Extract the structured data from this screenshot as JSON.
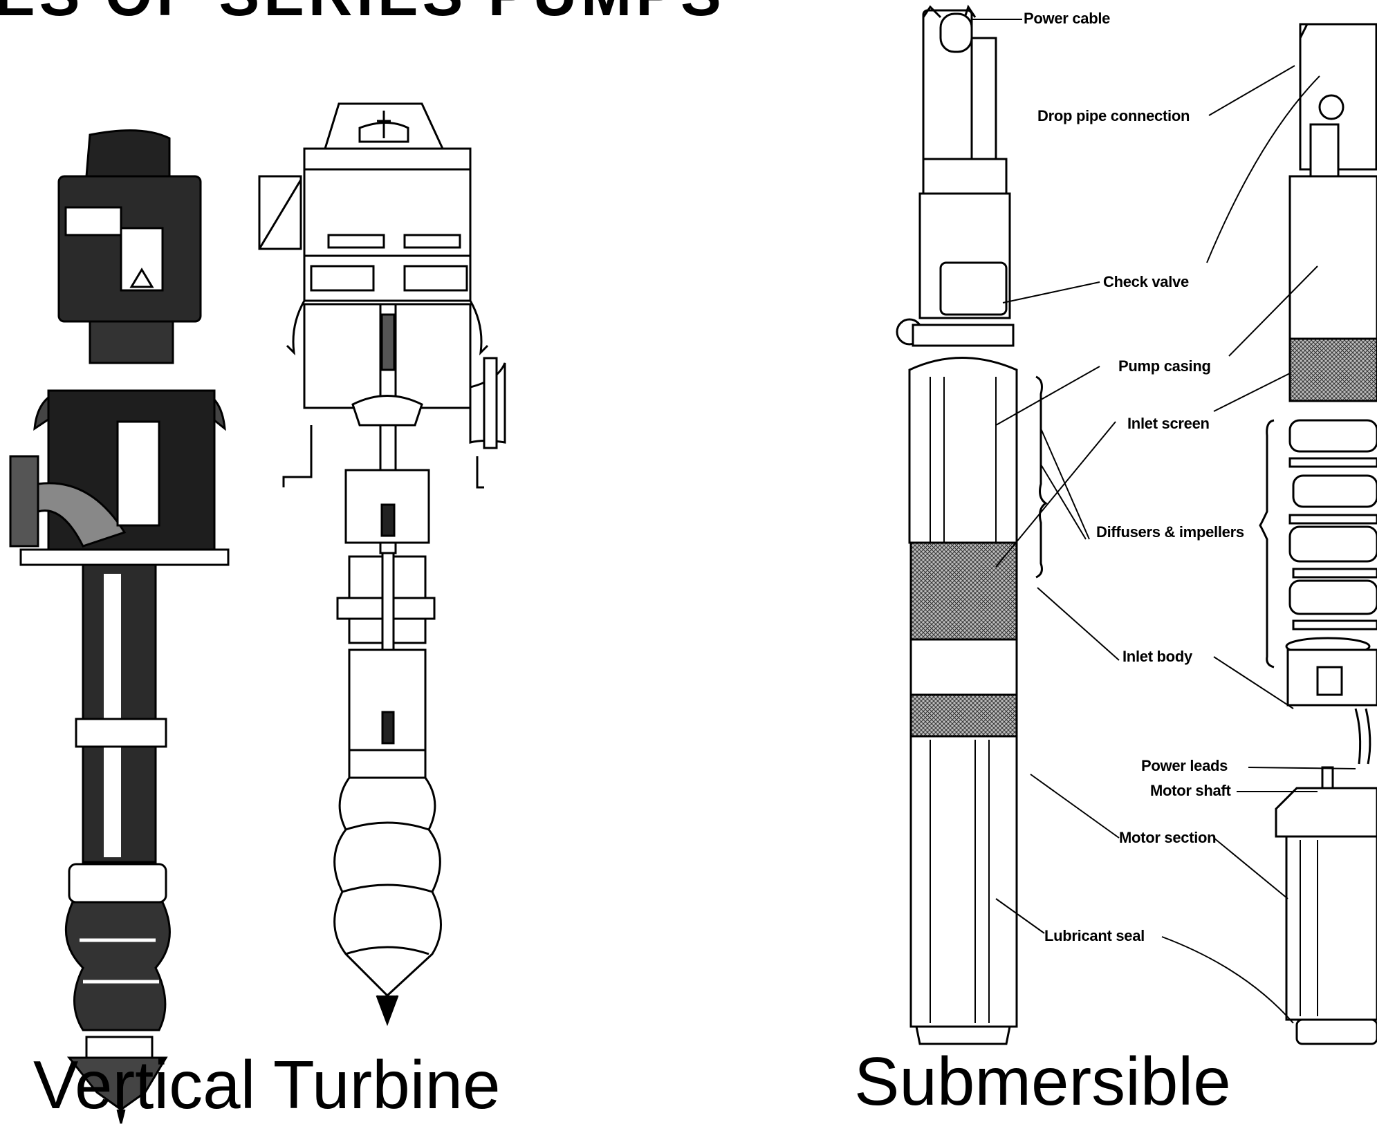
{
  "heading_fragment": "ES OF SERIES PUMPS",
  "captions": {
    "left": "Vertical Turbine",
    "right": "Submersible"
  },
  "callouts": [
    "Power cable",
    "Drop pipe connection",
    "Check valve",
    "Pump casing",
    "Inlet screen",
    "Diffusers & impellers",
    "Inlet body",
    "Power leads",
    "Motor shaft",
    "Motor section",
    "Lubricant seal"
  ],
  "colors": {
    "ink": "#000000",
    "paper": "#ffffff",
    "screen": "#9a9a9a"
  }
}
